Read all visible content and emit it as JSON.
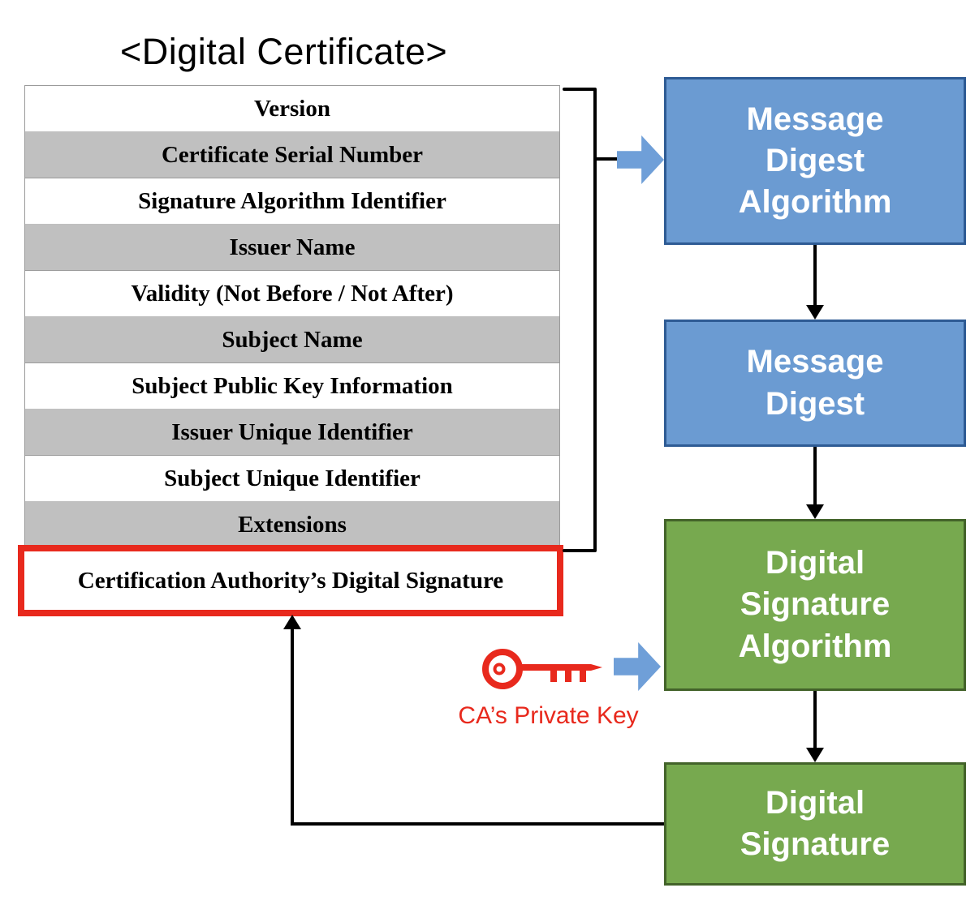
{
  "title": "<Digital Certificate>",
  "certificate": {
    "fields": [
      "Version",
      "Certificate Serial Number",
      "Signature Algorithm Identifier",
      "Issuer Name",
      "Validity (Not Before / Not After)",
      "Subject Name",
      "Subject Public Key Information",
      "Issuer Unique Identifier",
      "Subject Unique Identifier",
      "Extensions"
    ],
    "signature_field": "Certification Authority’s Digital Signature"
  },
  "process": {
    "message_digest_algorithm": "Message Digest Algorithm",
    "message_digest": "Message Digest",
    "digital_signature_algorithm": "Digital Signature Algorithm",
    "digital_signature": "Digital Signature"
  },
  "key_label": "CA’s Private Key",
  "colors": {
    "blue_fill": "#6B9BD2",
    "blue_border": "#2E5B94",
    "green_fill": "#77A94F",
    "green_border": "#43632A",
    "gray_row": "#C0C0C0",
    "red": "#E8291D",
    "arrow_blue": "#6F9FD8"
  }
}
